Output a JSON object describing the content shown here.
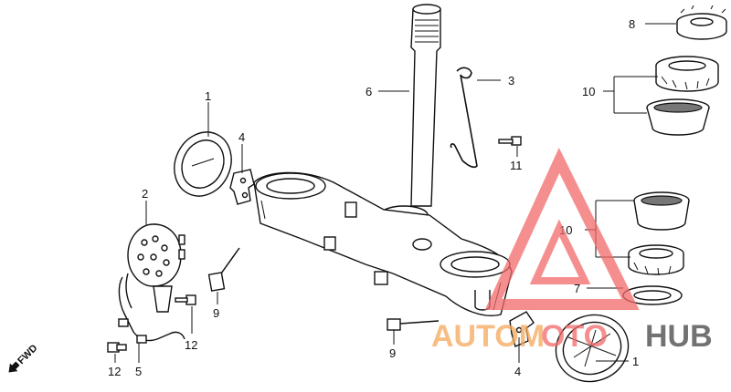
{
  "diagram": {
    "callouts": {
      "c1_top": "1",
      "c1_bottom": "1",
      "c2": "2",
      "c3": "3",
      "c4_top": "4",
      "c4_bottom": "4",
      "c5": "5",
      "c6": "6",
      "c7": "7",
      "c8": "8",
      "c9_left": "9",
      "c9_bottom": "9",
      "c10_top": "10",
      "c10_mid": "10",
      "c11": "11",
      "c12_mid": "12",
      "c12_bottom": "12"
    },
    "direction_label": "FWD"
  },
  "watermark": {
    "word_part1": "AUTOM",
    "word_part2": "OTO",
    "word_part3": "HUB",
    "colors": {
      "primary": "#f26a6a",
      "secondary": "#f5a85a",
      "dark": "#444444"
    }
  }
}
